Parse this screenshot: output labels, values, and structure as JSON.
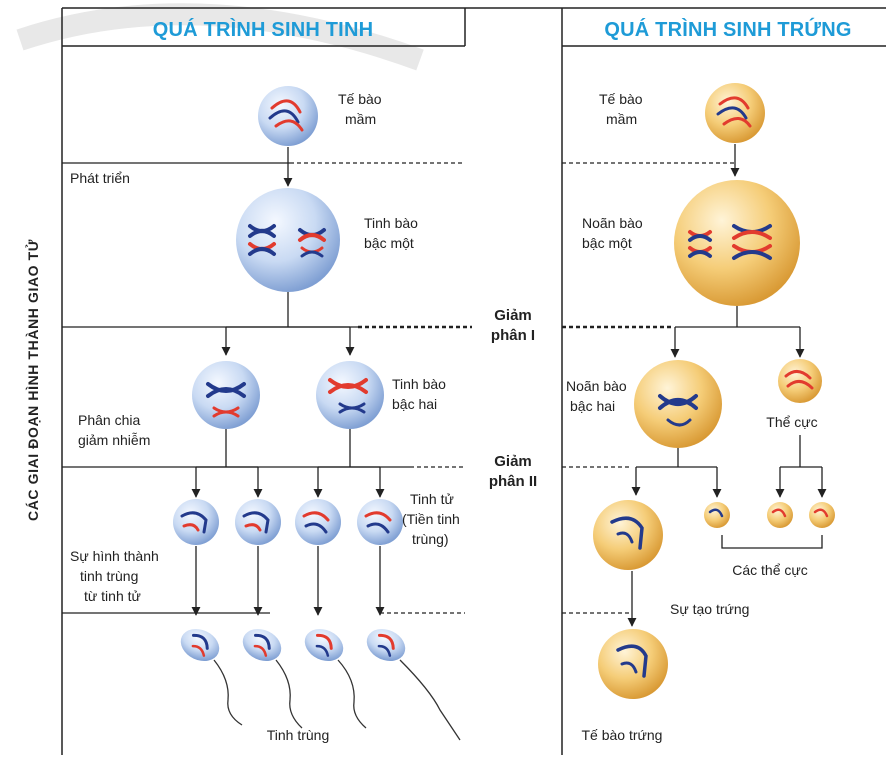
{
  "headers": {
    "sperm": "QUÁ TRÌNH SINH TINH",
    "egg": "QUÁ TRÌNH SINH TRỨNG"
  },
  "side_title": "CÁC GIAI ĐOẠN HÌNH THÀNH GIAO TỬ",
  "stages": {
    "development": "Phát triển",
    "reduction_division": [
      "Phân chia",
      "giảm nhiễm"
    ],
    "spermiogenesis": [
      "Sự hình thành",
      "tinh trùng",
      "từ tinh tử"
    ],
    "meiosis1": [
      "Giảm",
      "phân I"
    ],
    "meiosis2": [
      "Giảm",
      "phân II"
    ]
  },
  "sperm_labels": {
    "germ_cell": [
      "Tế bào",
      "mầm"
    ],
    "primary": [
      "Tinh bào",
      "bậc một"
    ],
    "secondary": [
      "Tinh bào",
      "bậc hai"
    ],
    "spermatid": [
      "Tinh tử",
      "(Tiền tinh",
      "trùng)"
    ],
    "sperm": "Tinh trùng"
  },
  "egg_labels": {
    "germ_cell": [
      "Tế bào",
      "mầm"
    ],
    "primary": [
      "Noãn bào",
      "bậc một"
    ],
    "secondary": [
      "Noãn bào",
      "bậc hai"
    ],
    "polar_body": "Thể cực",
    "polar_bodies": "Các thể cực",
    "egg_formation": "Sự tạo trứng",
    "egg_cell": "Tế bào trứng"
  },
  "colors": {
    "header": "#1e9bd7",
    "sperm_cell": "#c9daf3",
    "egg_cell": "#f5cd78",
    "chromosome_red": "#e23b2e",
    "chromosome_blue": "#233a8c"
  }
}
